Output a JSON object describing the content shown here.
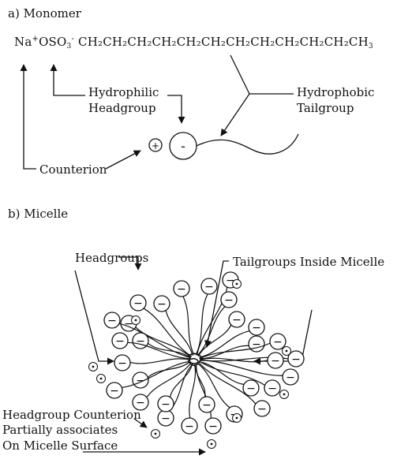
{
  "section_a": {
    "label": "a) Monomer",
    "formula": {
      "cation": "Na",
      "cation_charge": "+",
      "anion": "OSO",
      "anion_sub": "3",
      "anion_charge": "-",
      "chain": "CH₂CH₂CH₂CH₂CH₂CH₂CH₂CH₂CH₂CH₂CH₂CH",
      "end_sub": "3"
    },
    "labels": {
      "hydrophilic_line1": "Hydrophilic",
      "hydrophilic_line2": "Headgroup",
      "hydrophobic_line1": "Hydrophobic",
      "hydrophobic_line2": "Tailgroup",
      "counterion": "Counterion"
    },
    "monomer_icons": {
      "counterion_symbol": "+",
      "head_symbol": "-"
    }
  },
  "section_b": {
    "label": "b) Micelle",
    "labels": {
      "headgroups": "Headgroups",
      "tailgroups": "Tailgroups Inside Micelle",
      "counterion_line1": "Headgroup Counterion",
      "counterion_line2": "Partially associates",
      "counterion_line3": "On Micelle Surface"
    },
    "head_symbol": "−"
  },
  "colors": {
    "ink": "#111111",
    "background": "#ffffff"
  }
}
